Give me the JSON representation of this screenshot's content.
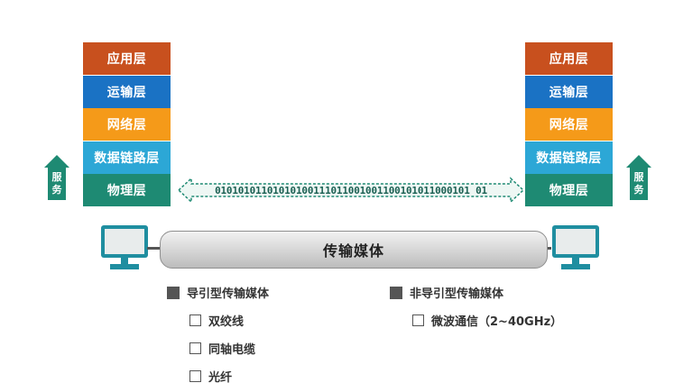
{
  "left_stack": [
    {
      "label": "应用层",
      "color": "#c8501e"
    },
    {
      "label": "运输层",
      "color": "#1a72c4"
    },
    {
      "label": "网络层",
      "color": "#f59a19"
    },
    {
      "label": "数据链路层",
      "color": "#2ca7d6"
    },
    {
      "label": "物理层",
      "color": "#1e8a73"
    }
  ],
  "right_stack": [
    {
      "label": "应用层",
      "color": "#c8501e"
    },
    {
      "label": "运输层",
      "color": "#1a72c4"
    },
    {
      "label": "网络层",
      "color": "#f59a19"
    },
    {
      "label": "数据链路层",
      "color": "#2ca7d6"
    },
    {
      "label": "物理层",
      "color": "#1e8a73"
    }
  ],
  "service_left": {
    "line1": "服",
    "line2": "务"
  },
  "service_right": {
    "line1": "服",
    "line2": "务"
  },
  "bitstream": "01010101101010100111011001001100101011000101 01",
  "medium_label": "传输媒体",
  "legend": {
    "guided": {
      "label": "导引型传输媒体",
      "items": [
        "双绞线",
        "同轴电缆",
        "光纤"
      ]
    },
    "unguided": {
      "label": "非导引型传输媒体",
      "items": [
        "微波通信（2~40GHz）"
      ]
    }
  },
  "colors": {
    "screen": "#1f8ea0",
    "screen_fill": "#e8ecec",
    "arrow": "#1e8a73"
  }
}
